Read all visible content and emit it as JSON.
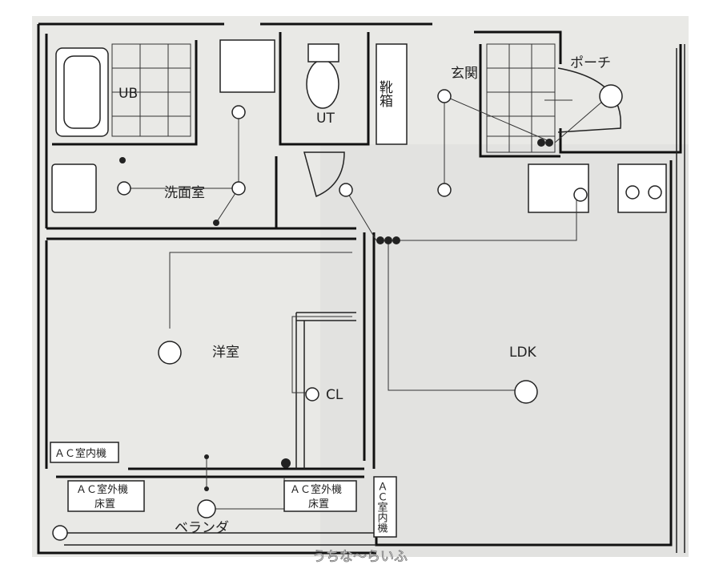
{
  "plan": {
    "rooms": {
      "bath": "UB",
      "washroom": "洗面室",
      "toilet": "UT",
      "shoe_cabinet": "靴箱",
      "entrance": "玄関",
      "porch": "ポーチ",
      "western_room": "洋室",
      "closet": "CL",
      "ldk": "LDK",
      "veranda": "ベランダ"
    },
    "equipment": {
      "ac_indoor_left": "ＡＣ室内機",
      "ac_indoor_right": "ＡＣ室内機",
      "ac_outdoor_left_line1": "ＡＣ室外機",
      "ac_outdoor_left_line2": "床置",
      "ac_outdoor_right_line1": "ＡＣ室外機",
      "ac_outdoor_right_line2": "床置"
    },
    "watermark": "うちな～らいふ",
    "colors": {
      "paper": "#e9e9e6",
      "line": "#111111"
    }
  }
}
